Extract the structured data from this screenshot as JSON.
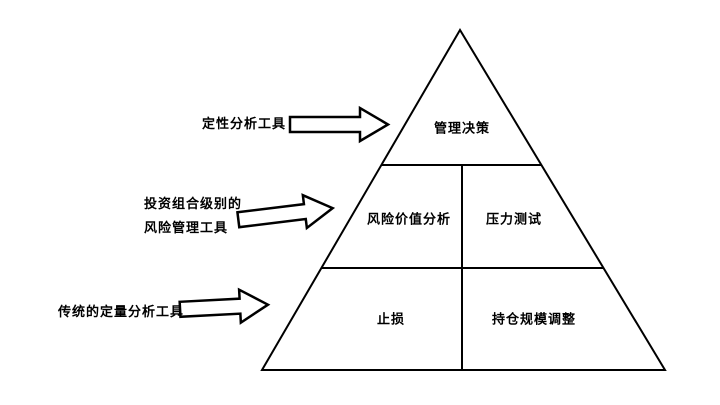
{
  "pyramid": {
    "tiers": [
      {
        "cells": [
          {
            "label": "管理决策"
          }
        ]
      },
      {
        "cells": [
          {
            "label": "风险价值分析"
          },
          {
            "label": "压力测试"
          }
        ]
      },
      {
        "cells": [
          {
            "label": "止损"
          },
          {
            "label": "持仓规模调整"
          }
        ]
      }
    ]
  },
  "annotations": [
    {
      "lines": [
        "定性分析工具"
      ]
    },
    {
      "lines": [
        "投资组合级别的",
        "风险管理工具"
      ]
    },
    {
      "lines": [
        "传统的定量分析工具"
      ]
    }
  ],
  "colors": {
    "stroke": "#000000",
    "background": "#ffffff"
  }
}
